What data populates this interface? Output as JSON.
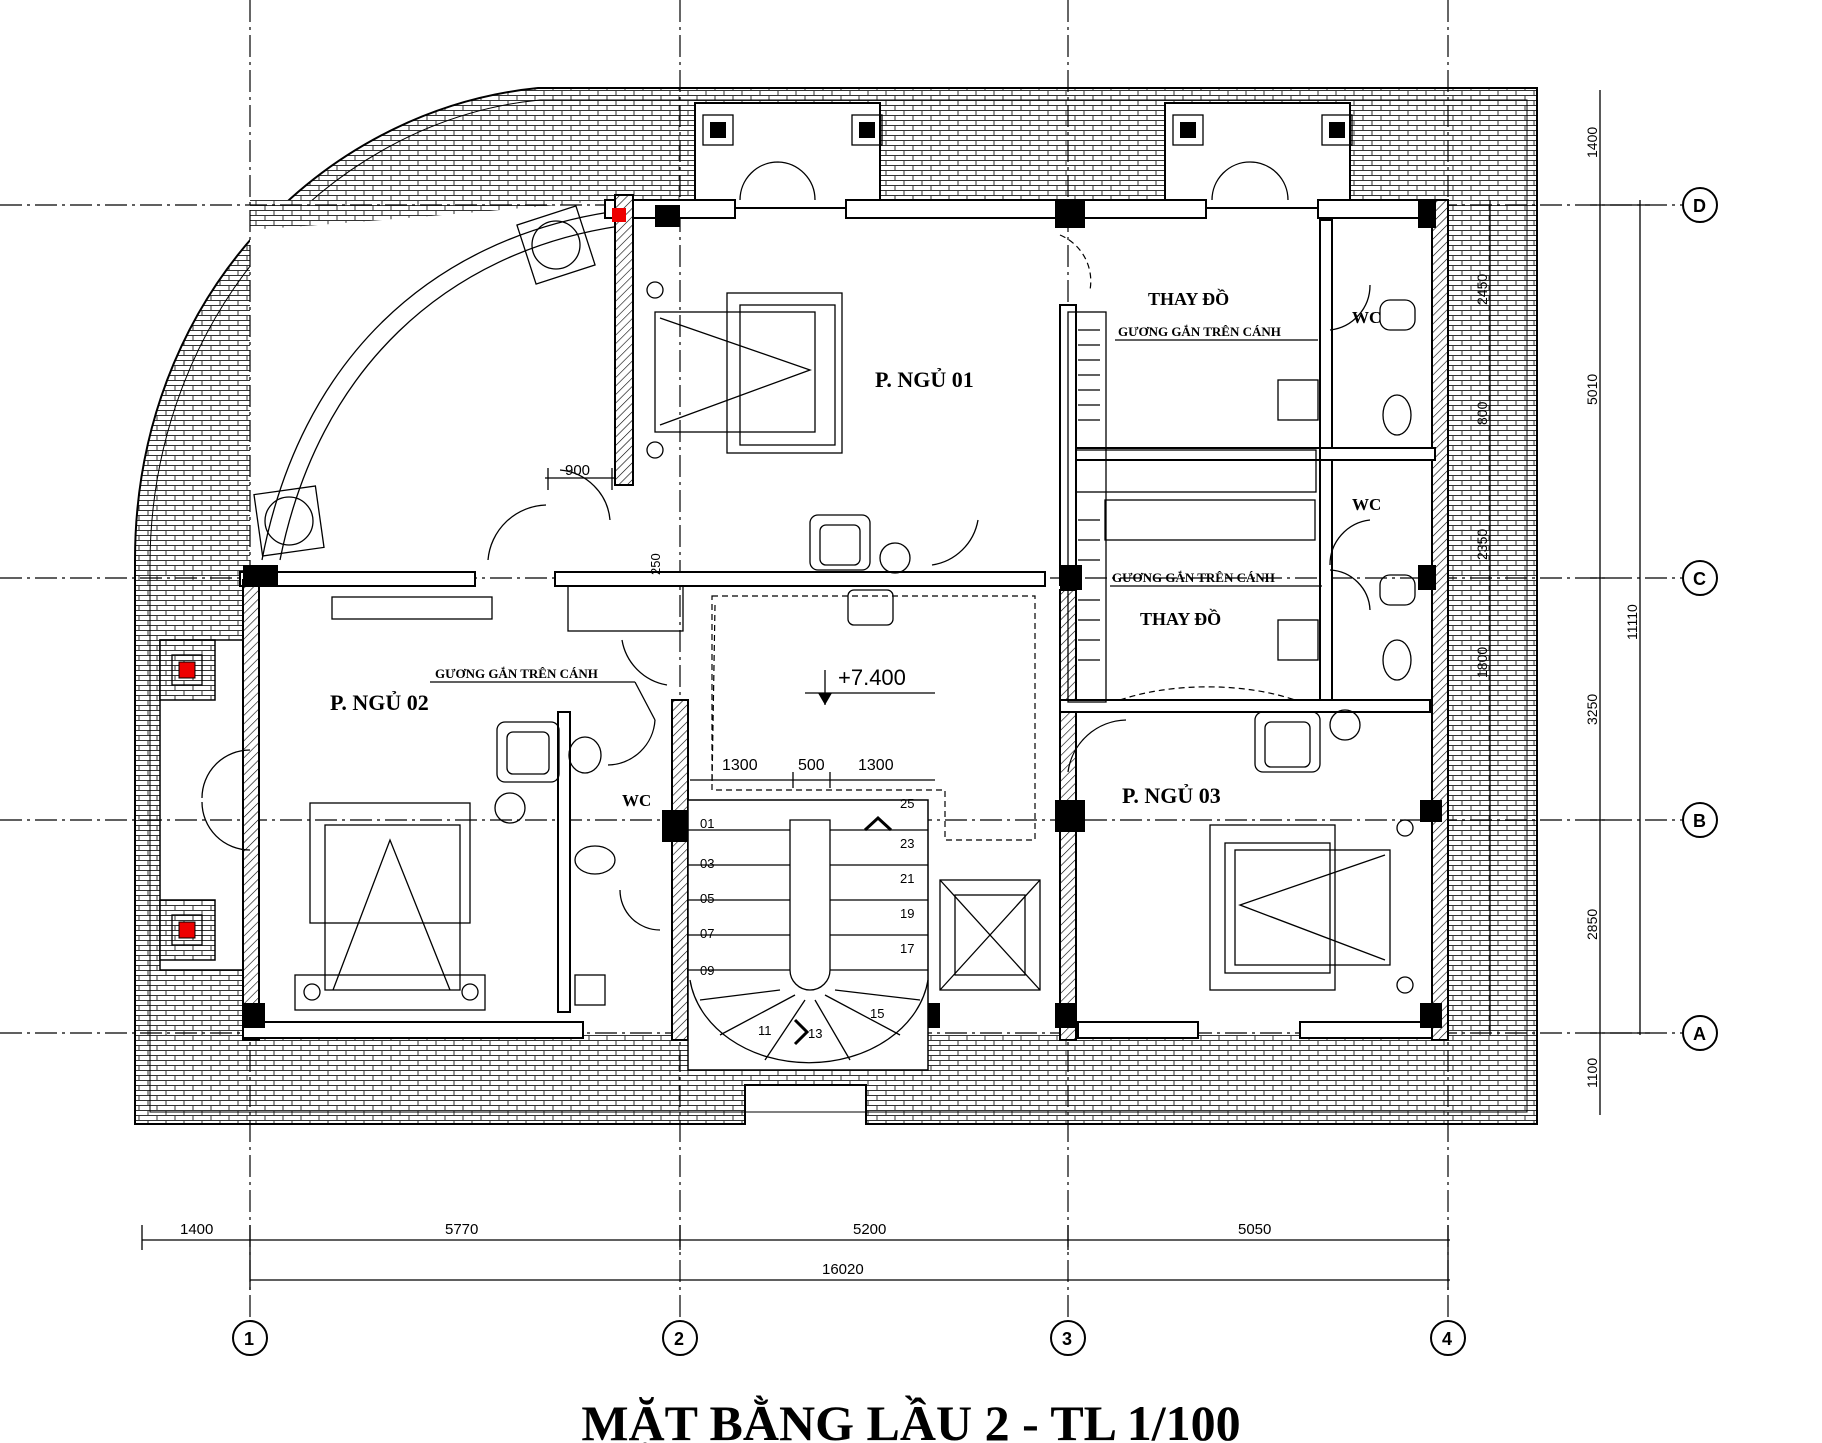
{
  "title": "MẶT BẰNG LẦU 2 - TL 1/100",
  "rooms": {
    "bed1": "P. NGỦ 01",
    "bed2": "P. NGỦ 02",
    "bed3": "P. NGỦ 03",
    "dress1": "THAY ĐỒ",
    "dress2": "THAY ĐỒ",
    "wc1": "WC",
    "wc2": "WC",
    "wc3": "WC"
  },
  "notes": {
    "mirror1": "GƯƠNG GẮN TRÊN CÁNH",
    "mirror2": "GƯƠNG GẮN TRÊN CÁNH",
    "mirror3": "GƯƠNG GẮN TRÊN CÁNH",
    "level": "+7.400"
  },
  "grid_labels": {
    "rows": [
      "D",
      "C",
      "B",
      "A"
    ],
    "cols": [
      "1",
      "2",
      "3",
      "4"
    ]
  },
  "dims": {
    "bottom_spans": [
      "1400",
      "5770",
      "5200",
      "5050"
    ],
    "bottom_total": "16020",
    "right_outer": [
      "1400",
      "5010",
      "3250",
      "2850",
      "1100"
    ],
    "right_total": "11110",
    "right_inner": [
      "2450",
      "800",
      "2350",
      "1800"
    ],
    "door": "900",
    "small": "250",
    "stair_widths": [
      "1300",
      "500",
      "1300"
    ]
  },
  "stair_numbers": {
    "left": [
      "01",
      "03",
      "05",
      "07",
      "09"
    ],
    "right": [
      "25",
      "23",
      "21",
      "19",
      "17"
    ],
    "bottom": [
      "11",
      "13",
      "15"
    ]
  }
}
